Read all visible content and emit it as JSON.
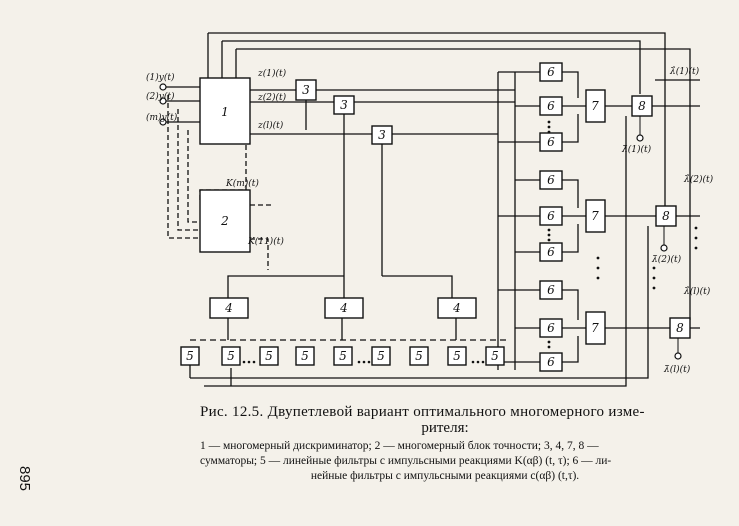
{
  "blocks": {
    "b1": "1",
    "b2": "2",
    "b3": "3",
    "b4": "4",
    "b5": "5",
    "b6": "6",
    "b7": "7",
    "b8": "8"
  },
  "inputs": [
    "(1)y(t)",
    "(2)y(t)",
    "(m)y(t)"
  ],
  "signals": {
    "z1": "z(1)(t)",
    "z2": "z(2)(t)",
    "zl": "z(l)(t)",
    "Km": "K(m)(t)",
    "K11": "K(11)(t)"
  },
  "outputs": {
    "lambda1_hat": "λ̂(1)(t)",
    "lambda2_hat": "λ̂(2)(t)",
    "lambdal_hat": "λ̂(l)(t)",
    "lambda1_bar": "λ̄(1)(t)",
    "lambda2_bar": "λ̄(2)(t)",
    "lambdal_bar": "λ̄(l)(t)"
  },
  "caption": {
    "title": "Рис. 12.5. Двупетлевой вариант оптимального многомерного изме-",
    "title2": "рителя:",
    "l1": "1 — многомерный дискриминатор; 2 — многомерный блок точности; 3, 4, 7, 8 —",
    "l2": "сумматоры; 5 — линейные фильтры с импульсными реакциями K(αβ) (t, τ); 6 — ли-",
    "l3": "нейные фильтры с импульсными реакциями c(αβ) (t,τ)."
  },
  "page_number": "895"
}
